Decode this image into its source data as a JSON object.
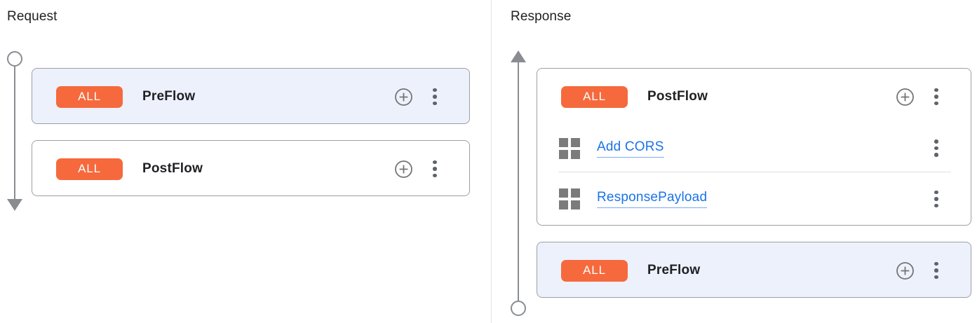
{
  "request": {
    "title": "Request",
    "flows": [
      {
        "badge": "ALL",
        "name": "PreFlow",
        "highlighted": true
      },
      {
        "badge": "ALL",
        "name": "PostFlow",
        "highlighted": false
      }
    ]
  },
  "response": {
    "title": "Response",
    "flows": [
      {
        "badge": "ALL",
        "name": "PostFlow",
        "highlighted": false,
        "policies": [
          {
            "label": "Add CORS"
          },
          {
            "label": "ResponsePayload"
          }
        ]
      },
      {
        "badge": "ALL",
        "name": "PreFlow",
        "highlighted": true
      }
    ]
  },
  "colors": {
    "badge_orange": "#f6693c",
    "highlight_card_bg": "#edf1fc",
    "card_border": "#9aa0a6",
    "link_blue": "#1a73e8",
    "timeline_gray": "#898d92",
    "icon_gray": "#757575",
    "text_dark": "#202124"
  },
  "icons": {
    "plus_circle": "add-policy",
    "kebab": "more-options-menu",
    "grid": "policy-step",
    "arrow_down": "request-flow-direction",
    "arrow_up": "response-flow-direction",
    "circle": "flow-endpoint"
  }
}
